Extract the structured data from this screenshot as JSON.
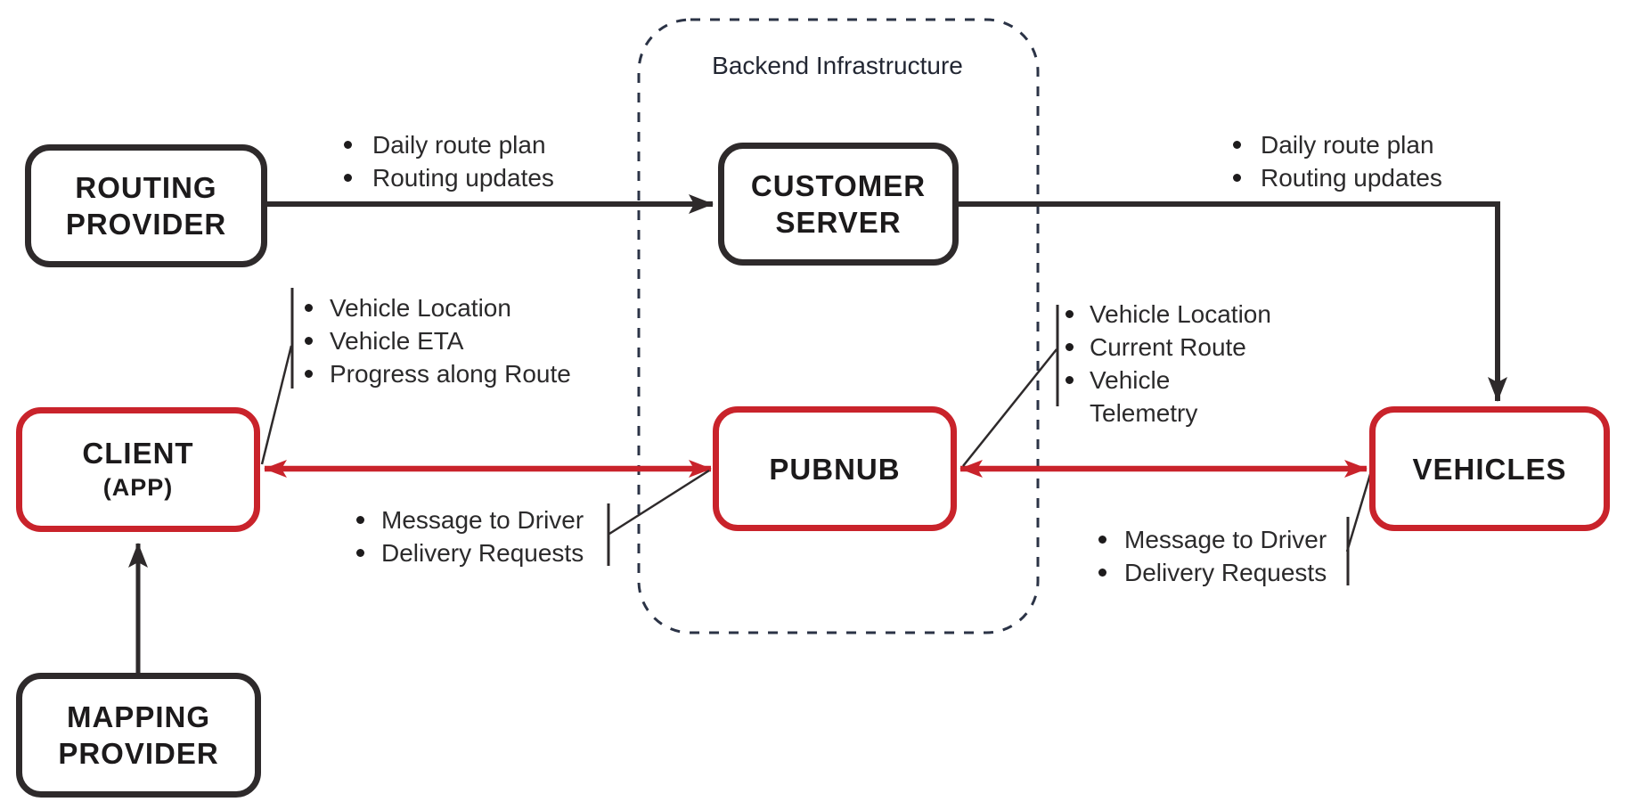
{
  "diagram": {
    "backend": {
      "label": "Backend Infrastructure"
    },
    "nodes": {
      "routing_provider": {
        "line1": "ROUTING",
        "line2": "PROVIDER"
      },
      "customer_server": {
        "line1": "CUSTOMER",
        "line2": "SERVER"
      },
      "client_app": {
        "line1": "CLIENT",
        "line2": "(APP)"
      },
      "pubnub": {
        "label": "PUBNUB"
      },
      "vehicles": {
        "label": "VEHICLES"
      },
      "mapping_provider": {
        "line1": "MAPPING",
        "line2": "PROVIDER"
      }
    },
    "lists": {
      "routing_customer": {
        "items": [
          "Daily route plan",
          "Routing updates"
        ]
      },
      "customer_vehicles": {
        "items": [
          "Daily route plan",
          "Routing updates"
        ]
      },
      "client_pubnub_up": {
        "items": [
          "Vehicle Location",
          "Vehicle ETA",
          "Progress along Route"
        ]
      },
      "client_pubnub_down": {
        "items": [
          "Message to Driver",
          "Delivery Requests"
        ]
      },
      "pubnub_vehicles_up": {
        "items": [
          "Vehicle Location",
          "Current Route",
          "Vehicle\nTelemetry"
        ]
      },
      "pubnub_vehicles_down": {
        "items": [
          "Message to Driver",
          "Delivery Requests"
        ]
      }
    },
    "colors": {
      "box_black": "#2e2a2b",
      "box_red": "#c9232b",
      "dashed_navy": "#2b3346",
      "text_black": "#2b2a2b"
    }
  }
}
